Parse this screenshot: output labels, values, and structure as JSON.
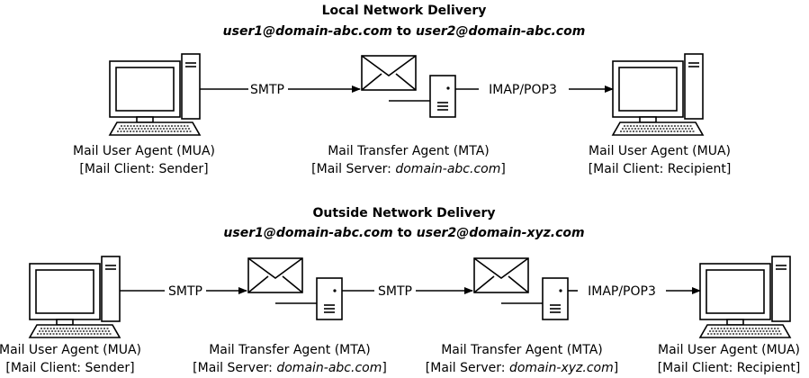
{
  "local": {
    "title": "Local Network Delivery",
    "subtitle_from": "user1@domain-abc.com",
    "subtitle_to_word": " to ",
    "subtitle_to": "user2@domain-abc.com",
    "sender": {
      "line1": "Mail User Agent (MUA)",
      "line2_prefix": "[Mail Client: Sender]",
      "line2_italic": "",
      "line2_suffix": ""
    },
    "mta": {
      "line1": "Mail Transfer Agent (MTA)",
      "line2_prefix": "[Mail Server: ",
      "line2_italic": "domain-abc.com",
      "line2_suffix": "]"
    },
    "recipient": {
      "line1": "Mail User Agent (MUA)",
      "line2_prefix": "[Mail Client: Recipient]",
      "line2_italic": "",
      "line2_suffix": ""
    },
    "protocols": [
      "SMTP",
      "IMAP/POP3"
    ]
  },
  "outside": {
    "title": "Outside Network Delivery",
    "subtitle_from": "user1@domain-abc.com",
    "subtitle_to_word": " to ",
    "subtitle_to": "user2@domain-xyz.com",
    "sender": {
      "line1": "Mail User Agent (MUA)",
      "line2_prefix": "[Mail Client: Sender]",
      "line2_italic": "",
      "line2_suffix": ""
    },
    "mta1": {
      "line1": "Mail Transfer Agent (MTA)",
      "line2_prefix": "[Mail Server: ",
      "line2_italic": "domain-abc.com",
      "line2_suffix": "]"
    },
    "mta2": {
      "line1": "Mail Transfer Agent (MTA)",
      "line2_prefix": "[Mail Server: ",
      "line2_italic": "domain-xyz.com",
      "line2_suffix": "]"
    },
    "recipient": {
      "line1": "Mail User Agent (MUA)",
      "line2_prefix": "[Mail Client: Recipient]",
      "line2_italic": "",
      "line2_suffix": ""
    },
    "protocols": [
      "SMTP",
      "SMTP",
      "IMAP/POP3"
    ]
  }
}
